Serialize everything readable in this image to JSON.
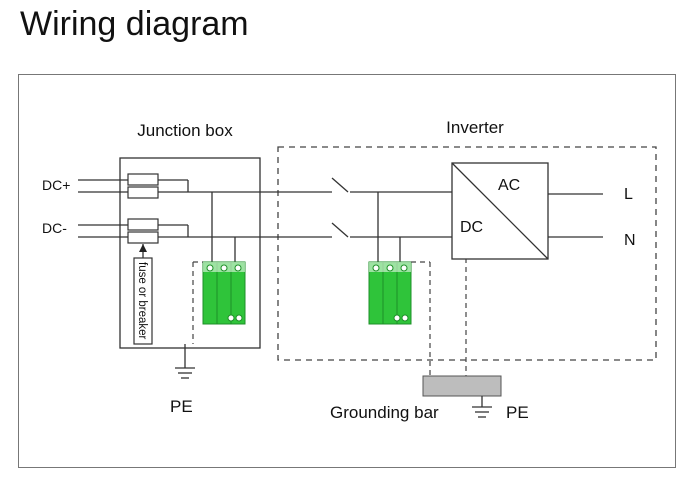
{
  "title": "Wiring diagram",
  "labels": {
    "junction_box": "Junction box",
    "inverter": "Inverter",
    "dc_plus": "DC+",
    "dc_minus": "DC-",
    "fuse": "fuse or breaker",
    "pe_left": "PE",
    "ac": "AC",
    "dc": "DC",
    "l": "L",
    "n": "N",
    "grounding_bar": "Grounding bar",
    "pe_right": "PE"
  },
  "colors": {
    "spd_green": "#2fc43a",
    "spd_dark": "#1e8f28",
    "ground_bar": "#bdbdbd",
    "wire": "#333333"
  }
}
